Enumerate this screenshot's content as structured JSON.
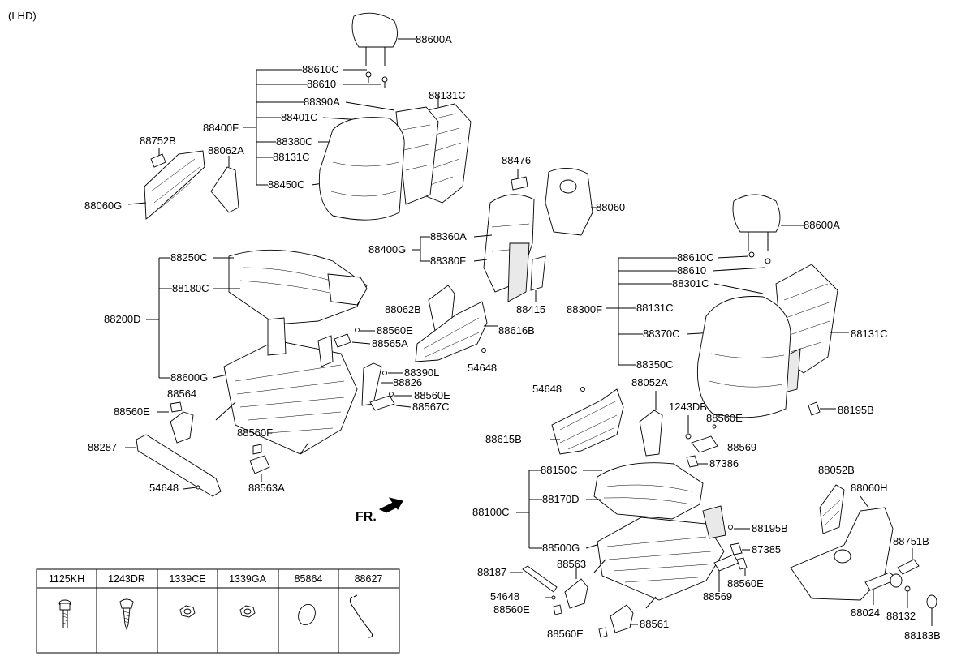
{
  "variant": "(LHD)",
  "direction_label": "FR.",
  "part_labels": {
    "l88600A_a": "88600A",
    "l88610C_a": "88610C",
    "l88610_a": "88610",
    "l88390A": "88390A",
    "l88131C_a": "88131C",
    "l88400F": "88400F",
    "l88401C": "88401C",
    "l88380C": "88380C",
    "l88131C_b": "88131C",
    "l88450C": "88450C",
    "l88752B": "88752B",
    "l88062A": "88062A",
    "l88060G": "88060G",
    "l88476": "88476",
    "l88060": "88060",
    "l88400G": "88400G",
    "l88360A": "88360A",
    "l88380F": "88380F",
    "l88415": "88415",
    "l88250C": "88250C",
    "l88180C": "88180C",
    "l88200D": "88200D",
    "l88062B": "88062B",
    "l88616B": "88616B",
    "l88560E_a": "88560E",
    "l88565A": "88565A",
    "l54648_a": "54648",
    "l88600G": "88600G",
    "l88390L": "88390L",
    "l88826": "88826",
    "l88560E_b": "88560E",
    "l88567C": "88567C",
    "l88564": "88564",
    "l88560E_c": "88560E",
    "l88560F": "88560F",
    "l88287": "88287",
    "l88563A": "88563A",
    "l54648_b": "54648",
    "l88600A_b": "88600A",
    "l88610C_b": "88610C",
    "l88610_b": "88610",
    "l88301C": "88301C",
    "l88300F": "88300F",
    "l88131C_c": "88131C",
    "l88370C": "88370C",
    "l88131C_d": "88131C",
    "l88350C": "88350C",
    "l88195B_a": "88195B",
    "l54648_c": "54648",
    "l88052A": "88052A",
    "l1243DB": "1243DB",
    "l88560E_d": "88560E",
    "l88615B": "88615B",
    "l88569_a": "88569",
    "l87386": "87386",
    "l88150C": "88150C",
    "l88170D": "88170D",
    "l88100C": "88100C",
    "l88195B_b": "88195B",
    "l88500G": "88500G",
    "l87385": "87385",
    "l88187": "88187",
    "l88563": "88563",
    "l54648_d": "54648",
    "l88560E_e": "88560E",
    "l88569_b": "88569",
    "l88560E_f": "88560E",
    "l88561": "88561",
    "l88560E_g": "88560E",
    "l88052B": "88052B",
    "l88060H": "88060H",
    "l88751B": "88751B",
    "l88024": "88024",
    "l88132": "88132",
    "l88183B": "88183B"
  },
  "fastener_table": {
    "headers": [
      "1125KH",
      "1243DR",
      "1339CE",
      "1339GA",
      "85864",
      "88627"
    ],
    "icons": [
      "bolt-icon",
      "screw-icon",
      "nut-icon",
      "nut-icon",
      "ring-icon",
      "clip-icon"
    ]
  }
}
